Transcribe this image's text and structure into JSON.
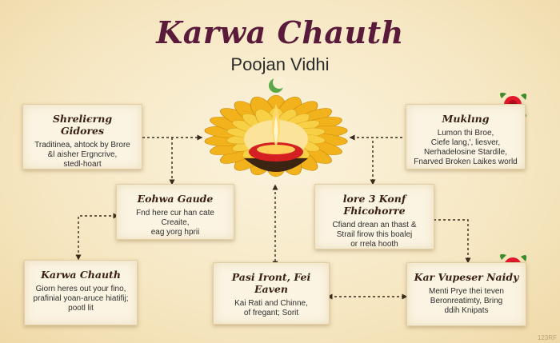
{
  "header": {
    "title": "Karwa Chauth",
    "subtitle": "Poojan Vidhi"
  },
  "cards": [
    {
      "id": "c1",
      "title": "Shreliєrng Gidores",
      "text": "Traditinea, ahtock by Brore\n&l aisher Ergncrive,\nstedl-hoart"
    },
    {
      "id": "c2",
      "title": "Muklıng",
      "text": "Lumon thi Broe,\nCiefe lang,', liesver,\nNerhadelosine Stardile,\nFnarved Broken Laikes world"
    },
    {
      "id": "c3",
      "title": "Eohwa Gaude",
      "text": "Fnd here cur han cate Creaite,\neag yorg hprii"
    },
    {
      "id": "c4",
      "title": "lore 3 Konf Fhicohorre",
      "text": "Cfiand drean an thast &\nStrail firow this boalej\nor rrela hooth"
    },
    {
      "id": "c5",
      "title": "Karwa Chauth",
      "text": "Giorn heres out your fino,\nprafinial yoan-aruce hiatifij;\npootl lit"
    },
    {
      "id": "c6",
      "title": "Pasi Iront, Fei Eaven",
      "text": "Kai Rati and Chinne,\nof fregant; Sorit"
    },
    {
      "id": "c7",
      "title": "Kar Vupeser Naidy",
      "text": "Menti Prye thei teven\nBeronreatimty, Bring\nddih Knipats"
    }
  ],
  "watermark": "123RF",
  "colors": {
    "title": "#5a1a3a",
    "petal_outer": "#f2b21c",
    "petal_inner": "#f7d046",
    "lamp_red": "#d42020",
    "flame": "#ffd76a",
    "rose": "#e2182a",
    "leaf": "#3f8a2a",
    "connector": "#3a2a1a"
  },
  "icons": [
    "diya-lamp-icon",
    "crescent-moon-icon",
    "rose-flower-icon"
  ]
}
